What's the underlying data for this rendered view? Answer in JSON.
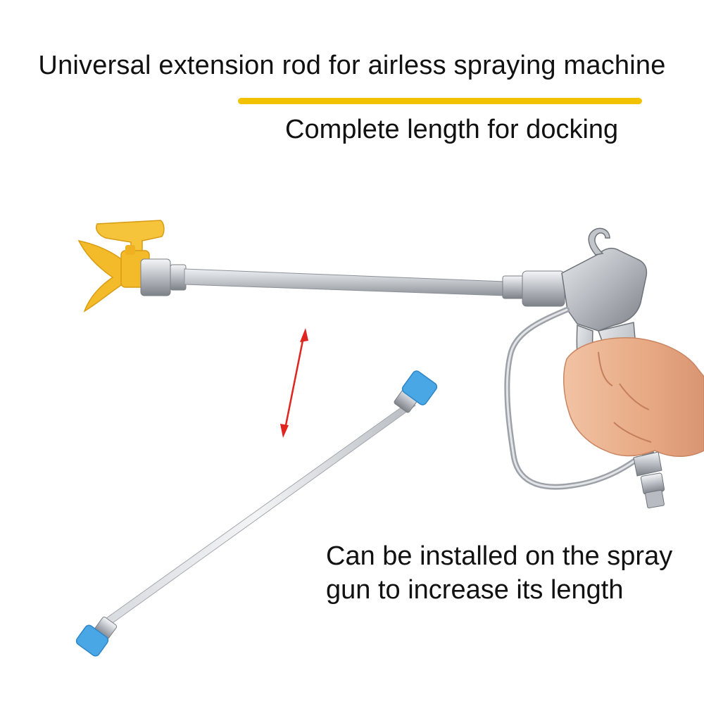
{
  "headline": "Universal extension rod for airless spraying machine",
  "subline": "Complete length for docking",
  "caption": {
    "line1": "Can be installed on the spray",
    "line2": "gun to increase its length"
  },
  "colors": {
    "accent_bar": "#f2c200",
    "tip_guard": "#f3bb2a",
    "rod_caps": "#4aa7e6",
    "arrow": "#e0241f",
    "metal": "#c9ccd1"
  },
  "icons": {
    "arrow": "double-headed-arrow-icon"
  }
}
